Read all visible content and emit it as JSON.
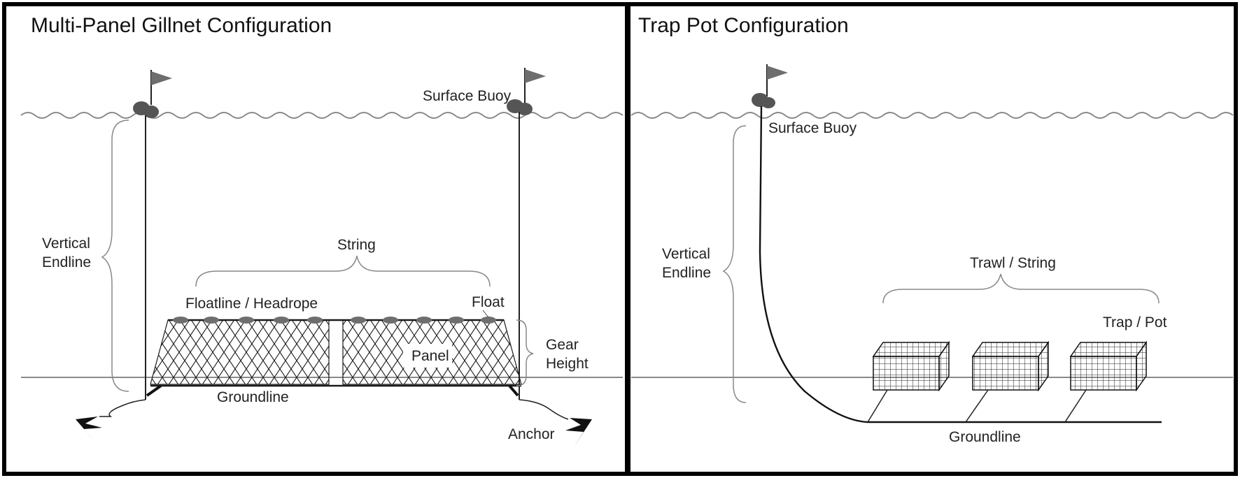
{
  "colors": {
    "border": "#000000",
    "ink": "#222222",
    "water_line": "#8a8a8a",
    "gear_grey": "#6e6e6e"
  },
  "gillnet": {
    "title": "Multi-Panel Gillnet Configuration",
    "labels": {
      "surface_buoy": "Surface Buoy",
      "vertical_endline": [
        "Vertical",
        "Endline"
      ],
      "string": "String",
      "floatline": "Floatline / Headrope",
      "float": "Float",
      "panel": "Panel",
      "gear_height": [
        "Gear",
        "Height"
      ],
      "groundline": "Groundline",
      "anchor": "Anchor"
    },
    "icons": [
      "flag-icon",
      "buoy-icon",
      "anchor-icon",
      "float-icon"
    ]
  },
  "trap": {
    "title": "Trap Pot Configuration",
    "labels": {
      "surface_buoy": "Surface Buoy",
      "vertical_endline": [
        "Vertical",
        "Endline"
      ],
      "trawl_string": "Trawl / String",
      "trap_pot": "Trap / Pot",
      "groundline": "Groundline"
    },
    "trap_count": 3,
    "icons": [
      "flag-icon",
      "buoy-icon",
      "trap-icon"
    ]
  }
}
